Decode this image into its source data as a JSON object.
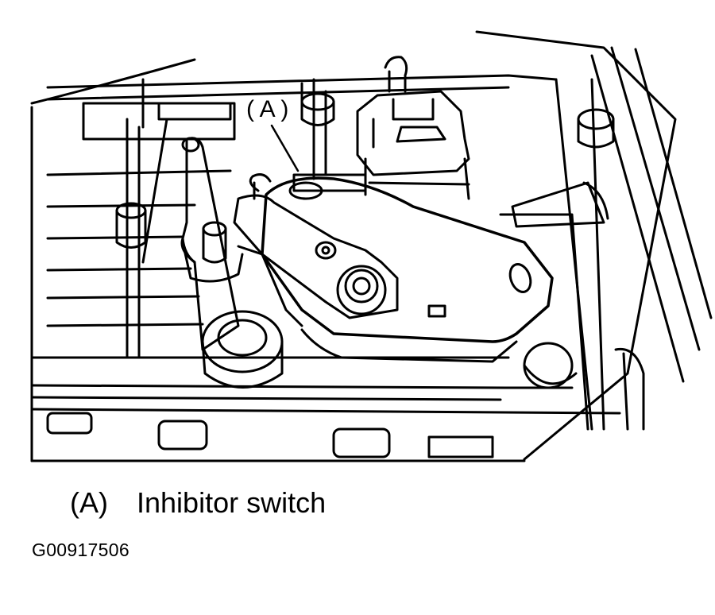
{
  "diagram": {
    "callout_label": "( A )",
    "legend": [
      {
        "key": "(A)",
        "description": "Inhibitor switch"
      }
    ],
    "figure_id": "G00917506"
  }
}
